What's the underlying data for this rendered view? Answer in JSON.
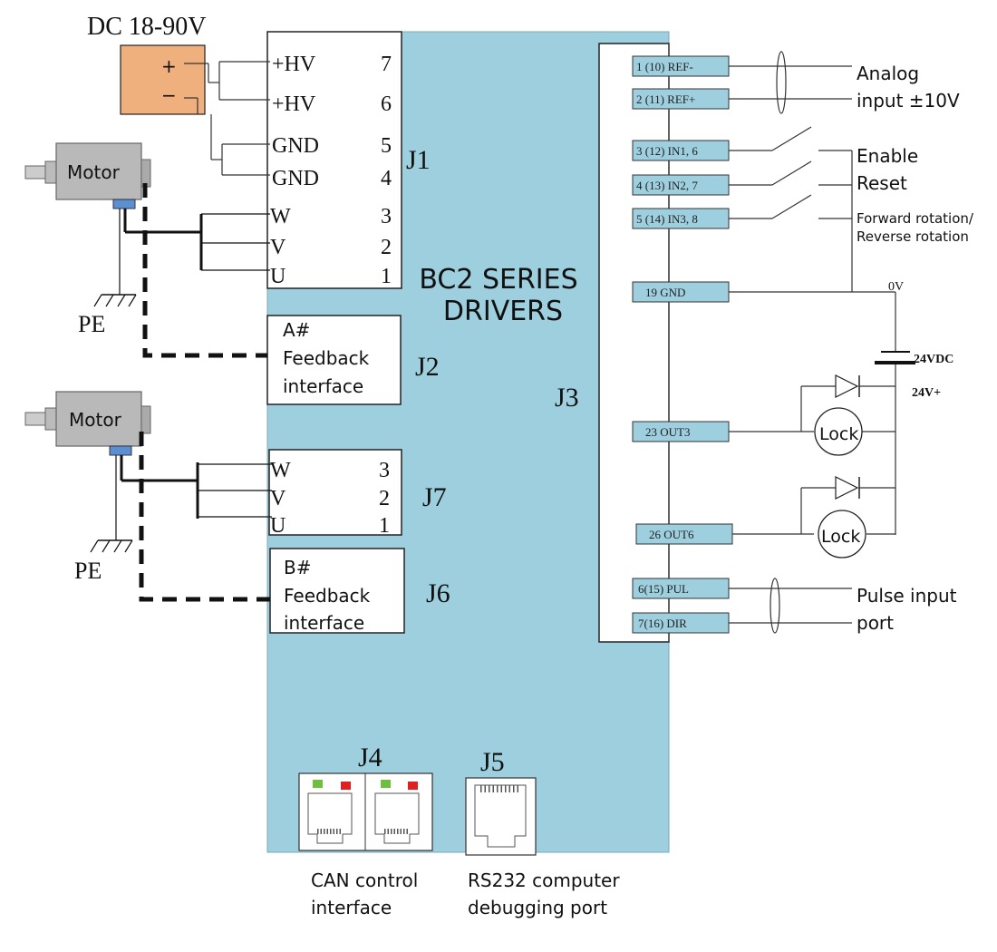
{
  "power": {
    "label": "DC 18-90V",
    "plus": "+",
    "minus": "−"
  },
  "motors": {
    "label": "Motor",
    "pe_label": "PE"
  },
  "j1": {
    "name": "J1",
    "pins": [
      {
        "label": "+HV",
        "num": "7"
      },
      {
        "label": "+HV",
        "num": "6"
      },
      {
        "label": "GND",
        "num": "5"
      },
      {
        "label": "GND",
        "num": "4"
      },
      {
        "label": "W",
        "num": "3"
      },
      {
        "label": "V",
        "num": "2"
      },
      {
        "label": "U",
        "num": "1"
      }
    ]
  },
  "j2": {
    "name": "J2",
    "line1": "A#",
    "line2": "Feedback",
    "line3": "interface"
  },
  "j7": {
    "name": "J7",
    "pins": [
      {
        "label": "W",
        "num": "3"
      },
      {
        "label": "V",
        "num": "2"
      },
      {
        "label": "U",
        "num": "1"
      }
    ]
  },
  "j6": {
    "name": "J6",
    "line1": "B#",
    "line2": "Feedback",
    "line3": "interface"
  },
  "driver": {
    "title_line1": "BC2 SERIES",
    "title_line2": "DRIVERS"
  },
  "j3": {
    "name": "J3",
    "pins": [
      "1 (10)  REF-",
      "2 (11)  REF+",
      "3 (12)  IN1, 6",
      "4 (13)  IN2, 7",
      "5 (14)  IN3, 8",
      "19   GND",
      "23   OUT3",
      "26   OUT6",
      "6(15) PUL",
      "7(16) DIR"
    ]
  },
  "right_labels": {
    "analog_line1": "Analog",
    "analog_line2": "input ±10V",
    "enable": "Enable",
    "reset": "Reset",
    "fwd_line1": "Forward rotation/",
    "fwd_line2": "Reverse rotation",
    "zero_v": "0V",
    "vdc": "24VDC",
    "v_plus": "24V+",
    "lock": "Lock",
    "pulse_line1": "Pulse input",
    "pulse_line2": "port"
  },
  "j4": {
    "name": "J4",
    "line1": "CAN control",
    "line2": "interface"
  },
  "j5": {
    "name": "J5",
    "line1": "RS232 computer",
    "line2": "debugging port"
  },
  "colors": {
    "driver_fill": "#9ecfde",
    "pin_fill": "#9ecfde",
    "power_fill": "#f0b07e",
    "motor_fill": "#b9b9b9"
  }
}
